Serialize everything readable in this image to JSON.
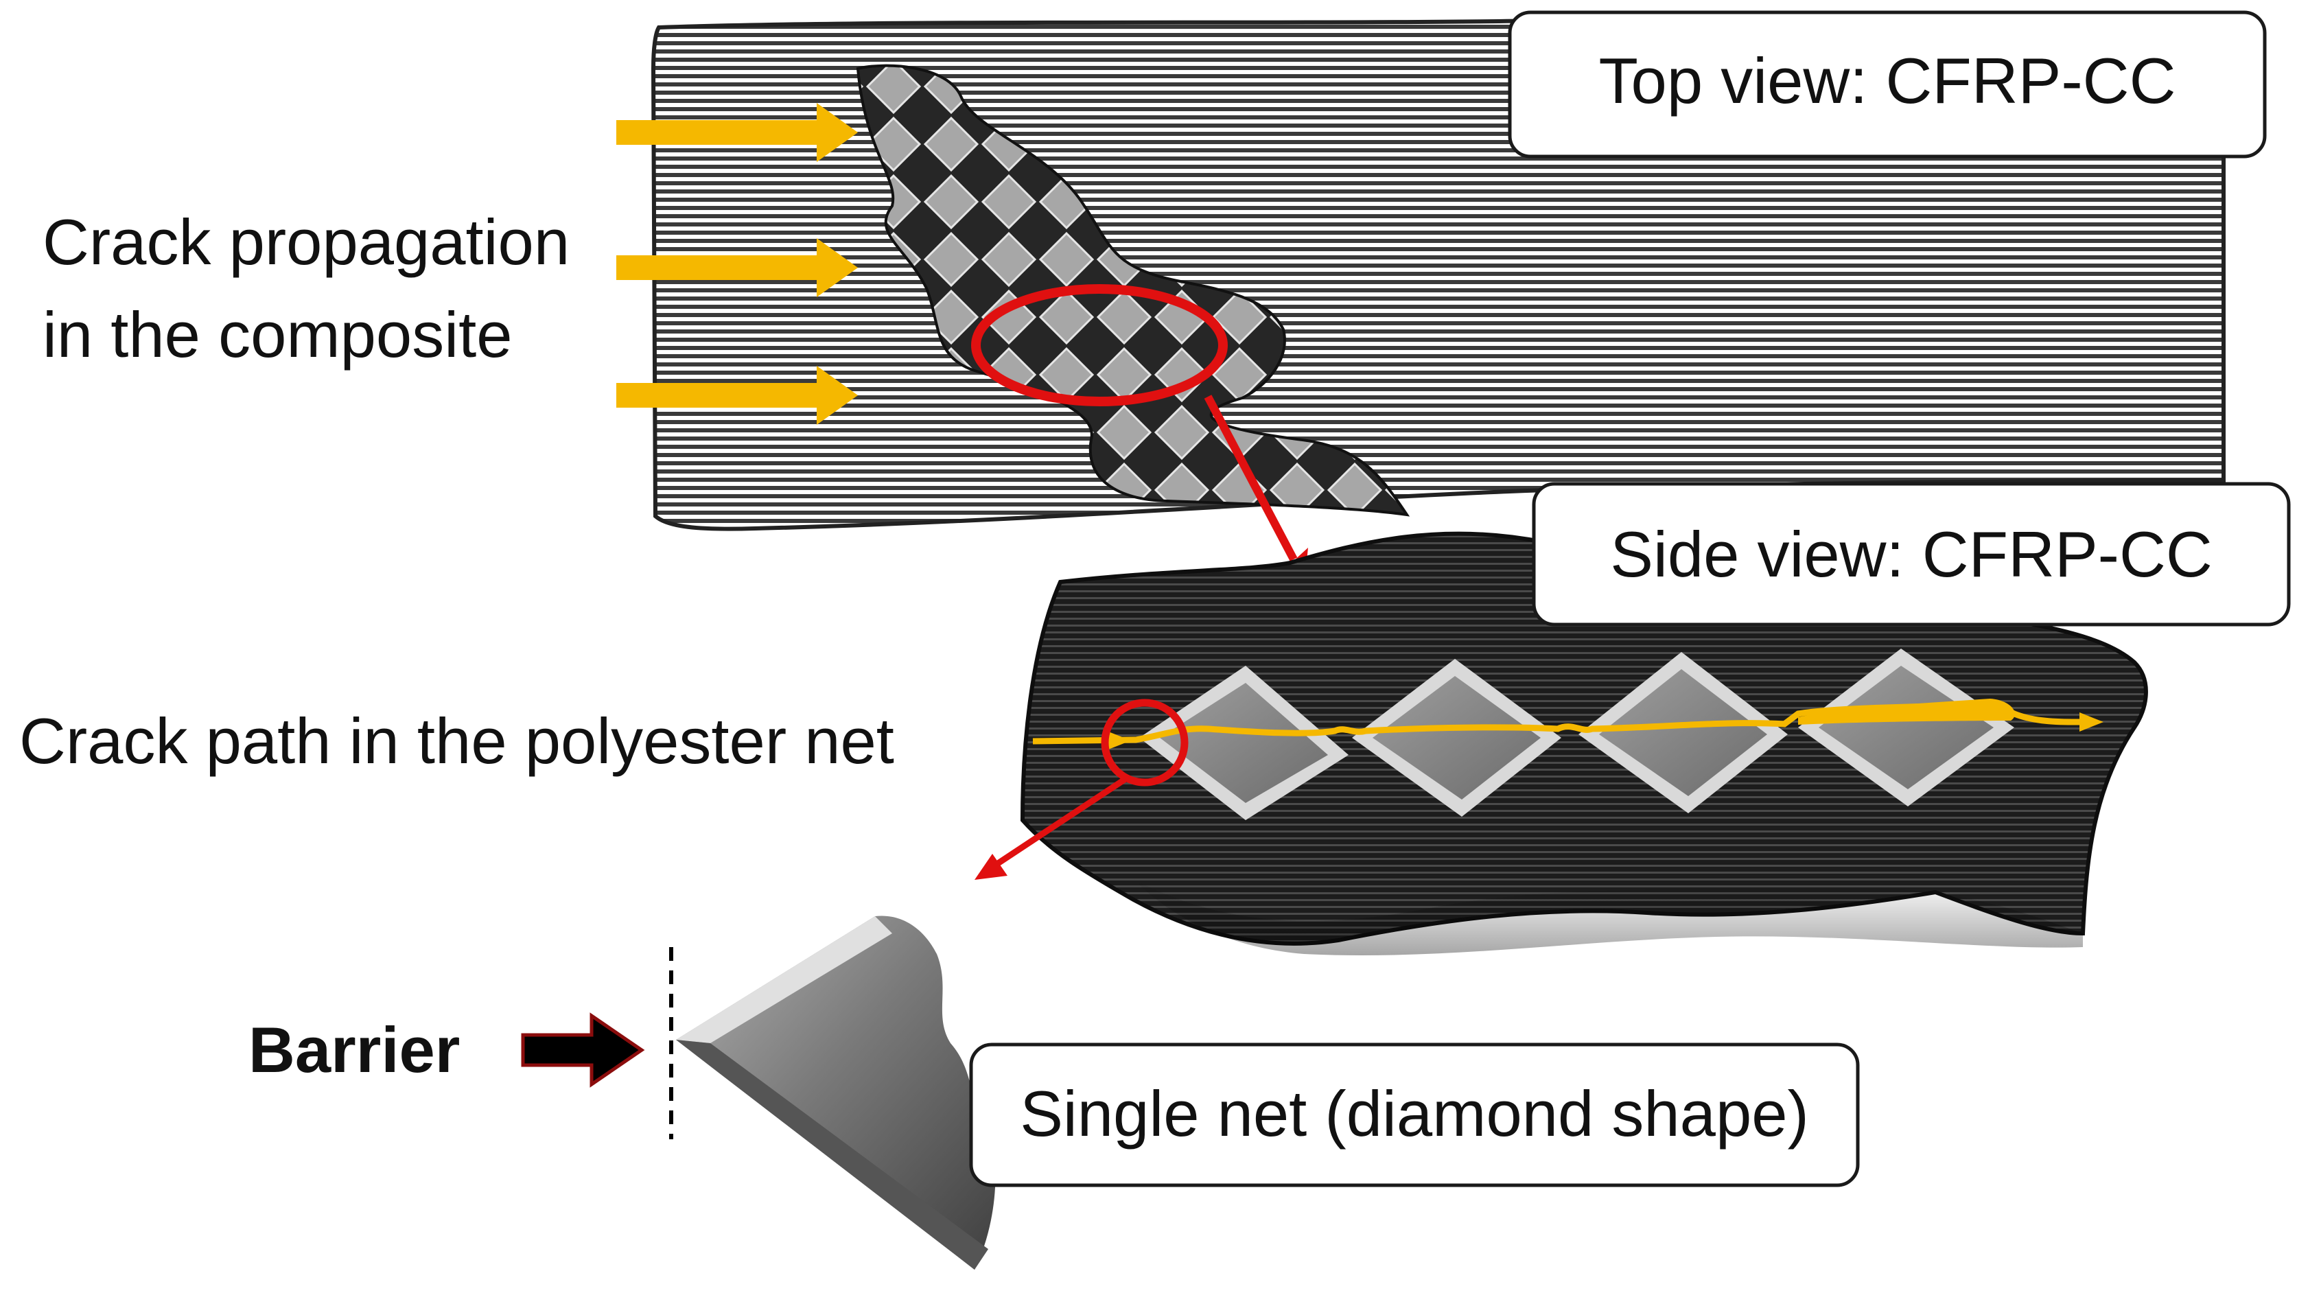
{
  "labels": {
    "top_view": "Top view: CFRP-CC",
    "side_view": "Side view: CFRP-CC",
    "crack_propagation_line1": "Crack propagation",
    "crack_propagation_line2": "in the composite",
    "crack_path": "Crack path in the polyester net",
    "barrier": "Barrier",
    "single_net": "Single net (diamond shape)"
  },
  "colors": {
    "arrow_yellow": "#F5B800",
    "highlight_red": "#E01010",
    "composite_dark": "#2a2a2a",
    "diamond_grey": "#8c8c8c",
    "barrier_arrow": "#000000"
  },
  "icons": {
    "propagation_arrows": "right-arrow-icon",
    "barrier_arrow": "right-arrow-icon"
  }
}
